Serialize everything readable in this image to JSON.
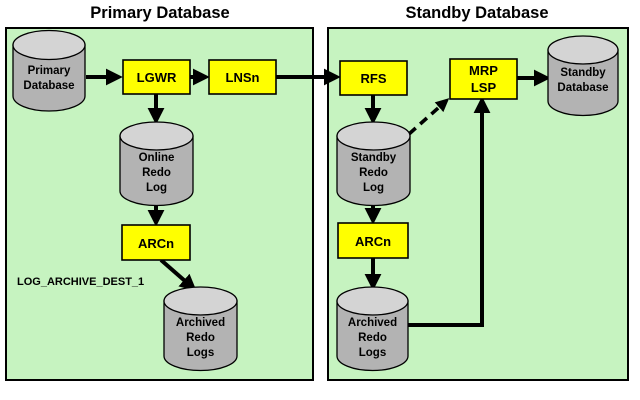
{
  "diagram": {
    "title_primary": "Primary Database",
    "title_standby": "Standby Database",
    "colors": {
      "panel_fill": "#c6f3c0",
      "process_fill": "#ffff00",
      "cylinder_body": "#b3b3b3",
      "cylinder_top": "#d4d4d4",
      "line": "#000000",
      "background": "#ffffff"
    },
    "primary": {
      "database_cylinder": {
        "line1": "Primary",
        "line2": "Database"
      },
      "lgwr_box": "LGWR",
      "lnsn_box": "LNSn",
      "online_redo_log": {
        "line1": "Online",
        "line2": "Redo",
        "line3": "Log"
      },
      "arcn_box": "ARCn",
      "archived_redo_logs": {
        "line1": "Archived",
        "line2": "Redo",
        "line3": "Logs"
      },
      "archive_dest_param": "LOG_ARCHIVE_DEST_1"
    },
    "standby": {
      "rfs_box": "RFS",
      "mrp_lsp_box": {
        "line1": "MRP",
        "line2": "LSP"
      },
      "database_cylinder": {
        "line1": "Standby",
        "line2": "Database"
      },
      "standby_redo_log": {
        "line1": "Standby",
        "line2": "Redo",
        "line3": "Log"
      },
      "arcn_box": "ARCn",
      "archived_redo_logs": {
        "line1": "Archived",
        "line2": "Redo",
        "line3": "Logs"
      }
    }
  }
}
